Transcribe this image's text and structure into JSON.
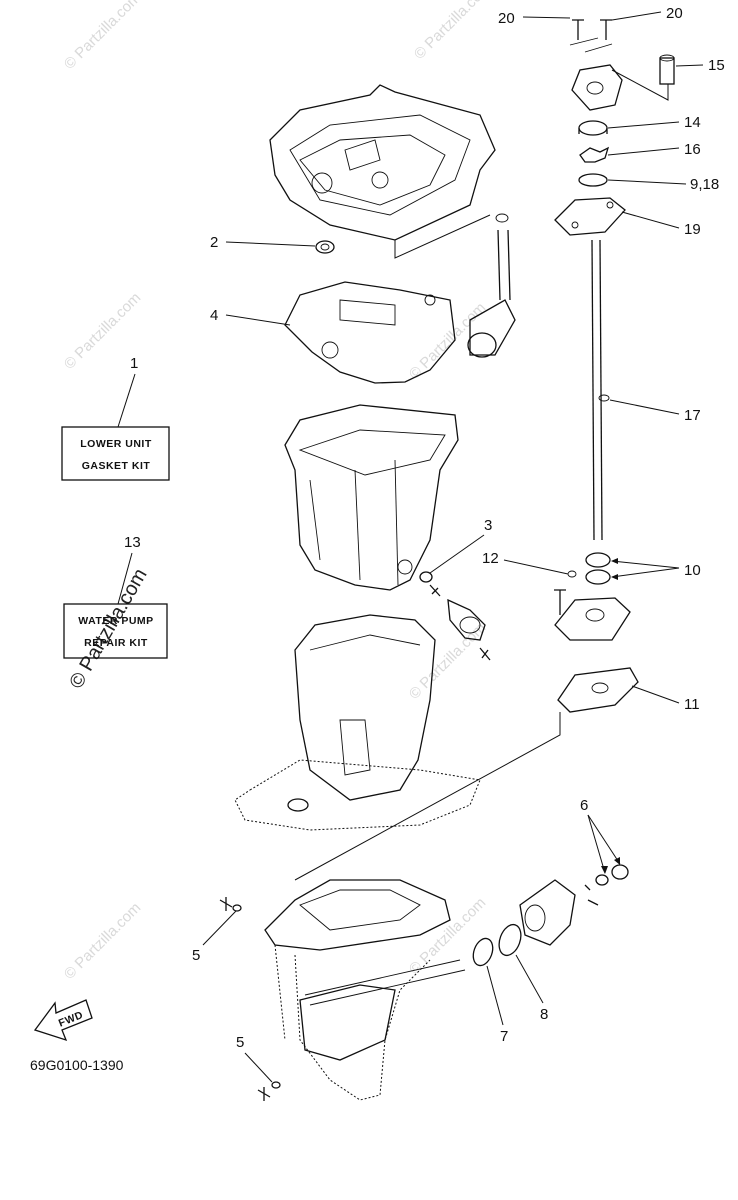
{
  "diagram": {
    "code": "69G0100-1390",
    "fwd_label": "FWD",
    "kits": {
      "lower_unit_line1": "LOWER UNIT",
      "lower_unit_line2": "GASKET KIT",
      "water_pump_line1": "WATER PUMP",
      "water_pump_line2": "REPAIR KIT"
    },
    "callouts": {
      "c1": "1",
      "c2": "2",
      "c3": "3",
      "c4": "4",
      "c5a": "5",
      "c5b": "5",
      "c6": "6",
      "c7": "7",
      "c8": "8",
      "c9_18": "9,18",
      "c10": "10",
      "c11": "11",
      "c12": "12",
      "c13": "13",
      "c14": "14",
      "c15": "15",
      "c16": "16",
      "c17": "17",
      "c19": "19",
      "c20a": "20",
      "c20b": "20"
    },
    "watermarks": {
      "small": "© Partzilla.com",
      "large": "© Partzilla.com"
    }
  }
}
